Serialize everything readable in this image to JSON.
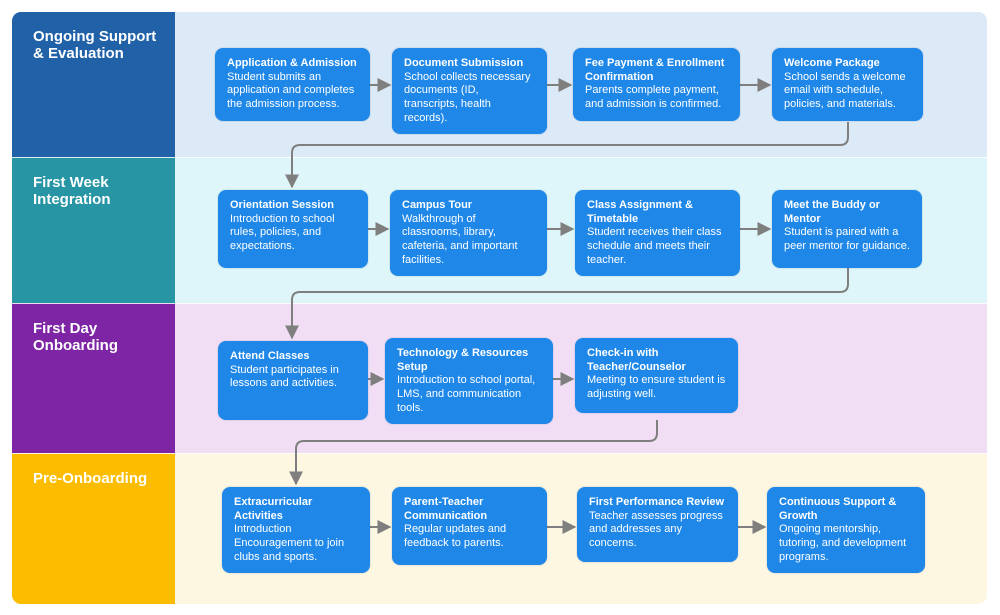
{
  "colors": {
    "node_fill": "#1e87e8",
    "node_text": "#ffffff",
    "connector": "#7f7f7f",
    "lane1_header": "#2161a8",
    "lane1_body": "#dce9f6",
    "lane2_header": "#2795a4",
    "lane2_body": "#def6f9",
    "lane3_header": "#7d25a4",
    "lane3_body": "#f1def5",
    "lane4_header": "#fcbd01",
    "lane4_body": "#fdf6e1"
  },
  "lanes": [
    {
      "label": "Ongoing Support & Evaluation",
      "boxes": [
        {
          "title": "Application & Admission",
          "description": "Student submits an application and completes the admission process."
        },
        {
          "title": "Document Submission",
          "description": "School collects necessary documents (ID, transcripts, health records)."
        },
        {
          "title": "Fee Payment & Enrollment Confirmation",
          "description": "Parents complete payment, and admission is confirmed."
        },
        {
          "title": "Welcome Package",
          "description": "School sends a welcome email with schedule, policies, and materials."
        }
      ]
    },
    {
      "label": "First Week Integration",
      "boxes": [
        {
          "title": "Orientation Session",
          "description": "Introduction to school rules, policies, and expectations."
        },
        {
          "title": "Campus Tour",
          "description": "Walkthrough of classrooms, library, cafeteria, and important facilities."
        },
        {
          "title": "Class Assignment & Timetable",
          "description": "Student receives their class schedule and meets their teacher."
        },
        {
          "title": "Meet the Buddy or Mentor",
          "description": "Student is paired with a peer mentor for guidance."
        }
      ]
    },
    {
      "label": "First Day Onboarding",
      "boxes": [
        {
          "title": "Attend Classes",
          "description": "Student participates in lessons and activities."
        },
        {
          "title": "Technology & Resources Setup",
          "description": "Introduction to school portal, LMS, and communication tools."
        },
        {
          "title": "Check-in with Teacher/Counselor",
          "description": "Meeting to ensure student is adjusting well."
        }
      ]
    },
    {
      "label": "Pre-Onboarding",
      "boxes": [
        {
          "title": "Extracurricular Activities",
          "description": "Introduction Encouragement to join clubs and sports."
        },
        {
          "title": "Parent-Teacher Communication",
          "description": "Regular updates and feedback to parents."
        },
        {
          "title": "First Performance Review",
          "description": "Teacher assesses progress and addresses any concerns."
        },
        {
          "title": "Continuous Support & Growth",
          "description": "Ongoing mentorship, tutoring, and development programs."
        }
      ]
    }
  ]
}
